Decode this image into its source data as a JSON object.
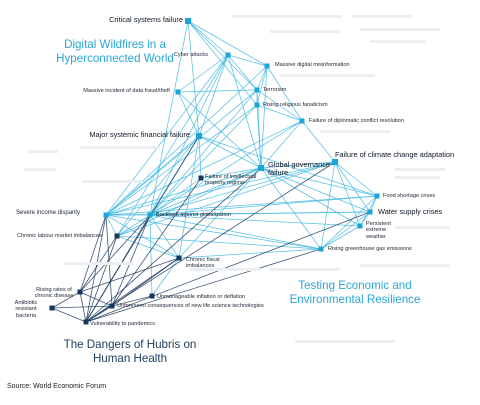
{
  "colors": {
    "light_link": "#3cb6e0",
    "dark_link": "#1c3a5e",
    "node_light": "#1aa6d8",
    "node_dark": "#17365e",
    "ghost_text": "#d9dde3"
  },
  "clusters": {
    "wildfires": "Digital Wildfires in a Hyperconnected World",
    "climate": "Testing Economic and Environmental Resilience",
    "hubris": "The Dangers of Hubris on Human Health"
  },
  "nodes": {
    "critical": "Critical systems failure",
    "cyber": "Cyber attacks",
    "misinfo": "Massive digital misinformation",
    "fraud": "Massive incident of data fraud/theft",
    "terror": "Terrorism",
    "fanaticism": "Rising religious fanaticism",
    "diplomatic": "Failure of diplomatic conflict resolution",
    "financial": "Major systemic financial failure",
    "governance": "Global governance failure",
    "climate_fail": "Failure of climate change adaptation",
    "ip": "Failure of intellectual property regime",
    "income": "Severe income disparity",
    "backlash": "Backlash against globalization",
    "labour": "Chronic labour market imbalances",
    "fiscal": "Chronic fiscal imbalances",
    "food": "Food shortage crises",
    "water": "Water supply crises",
    "weather": "Persistent extreme weather",
    "ghg": "Rising greenhouse gas emissions",
    "inflation": "Unmanageable inflation or deflation",
    "chronic_disease": "Rising rates of chronic disease",
    "unforeseen": "Unforeseen consequences of new life science technologies",
    "antibiotic": "Antibiotic resistant bacteria",
    "pandemic": "Vulnerability to pandemics"
  },
  "source": "Source: World Economic Forum"
}
